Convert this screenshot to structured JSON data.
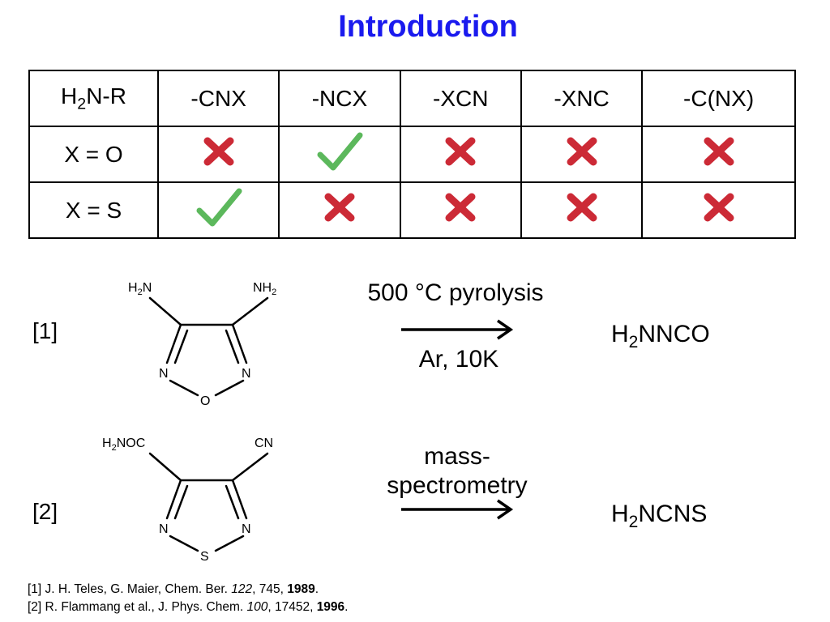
{
  "title": "Introduction",
  "table": {
    "header": {
      "corner": {
        "pre": "H",
        "sub": "2",
        "post": "N-R"
      },
      "columns": [
        "-CNX",
        "-NCX",
        "-XCN",
        "-XNC",
        "-C(NX)"
      ]
    },
    "rows": [
      {
        "label": "X = O",
        "marks": [
          "cross",
          "check",
          "cross",
          "cross",
          "cross"
        ]
      },
      {
        "label": "X = S",
        "marks": [
          "check",
          "cross",
          "cross",
          "cross",
          "cross"
        ]
      }
    ]
  },
  "reactions": [
    {
      "ref": "[1]",
      "reactant": {
        "left_group": {
          "pre": "H",
          "sub": "2",
          "post": "N"
        },
        "right_group": {
          "pre": "NH",
          "sub": "2",
          "post": ""
        },
        "ring_left": "N",
        "ring_right": "N",
        "ring_bottom": "O"
      },
      "condition_top": "500 °C pyrolysis",
      "condition_bottom": "Ar, 10K",
      "product": {
        "pre": "H",
        "sub": "2",
        "post": "NNCO"
      }
    },
    {
      "ref": "[2]",
      "reactant": {
        "left_group": {
          "pre": "H",
          "sub": "2",
          "post": "NOC"
        },
        "right_group": {
          "pre": "CN",
          "sub": "",
          "post": ""
        },
        "ring_left": "N",
        "ring_right": "N",
        "ring_bottom": "S"
      },
      "condition_top": "mass-\nspectrometry",
      "condition_bottom": "",
      "product": {
        "pre": "H",
        "sub": "2",
        "post": "NCNS"
      }
    }
  ],
  "references": [
    {
      "pre": "[1] J. H. Teles, G. Maier, Chem. Ber. ",
      "volume": "122",
      "mid": ", 745, ",
      "year": "1989",
      "post": "."
    },
    {
      "pre": "[2] R. Flammang et al., J. Phys. Chem. ",
      "volume": "100",
      "mid": ", 17452, ",
      "year": "1996",
      "post": "."
    }
  ],
  "colors": {
    "title": "#1a1aee",
    "check": "#5cb85c",
    "cross": "#cc2a36"
  },
  "icons": {
    "check": "check-icon",
    "cross": "cross-icon"
  }
}
